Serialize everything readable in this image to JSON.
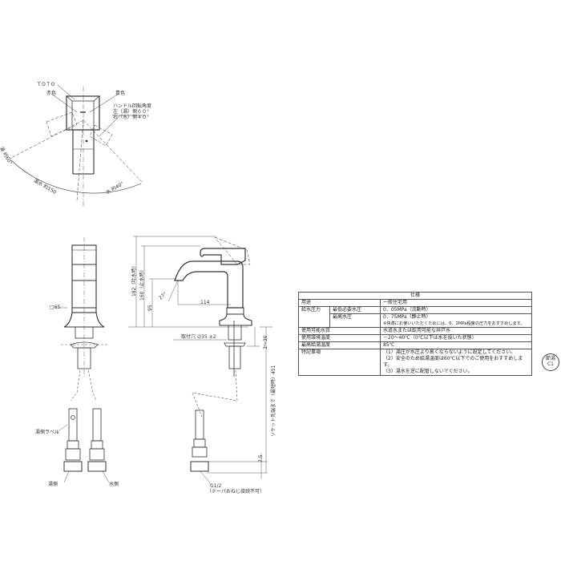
{
  "top_view": {
    "brand": "TOTO",
    "red_mark": "赤色",
    "blue_mark": "青色",
    "handle_angle_title": "ハンドル回転角度",
    "handle_angle_left": "左（湯）側６０°",
    "handle_angle_right": "右（水）側４０°",
    "hot_side_label": "湯",
    "hot_side_angle": "約60°",
    "mixed_label": "湯水",
    "mixed_radius": "約150",
    "cold_side_label": "水",
    "cold_side_angle": "約40°"
  },
  "side_view": {
    "square_dim": "□65",
    "height_total": "182（吐水時）",
    "height_closed": "160（止水時）",
    "spout_height": "95",
    "spout_angle": "27°",
    "spout_reach": "114",
    "mount_hole": "取付穴 ∅35 ±2",
    "counter_thickness": "3～30",
    "hose_length": "ソケット先端まで（最短時）451",
    "fitting_dim": "7.5",
    "thread_spec": "G1/2",
    "thread_note": "（テーパおねじ接続不可）"
  },
  "hoses": {
    "hot_label_sticker": "湯側ラベル",
    "hot_side": "湯側",
    "cold_side": "水側"
  },
  "spec_table": {
    "title": "仕様",
    "rows": [
      {
        "label": "用途",
        "sub": "",
        "value": "一般住宅用"
      },
      {
        "label": "給水圧力",
        "sub": "最低必要水圧",
        "value": "0．05MPa（流動時）"
      },
      {
        "label": "",
        "sub": "最高水圧",
        "value": "0．75MPa（静止時）"
      },
      {
        "label": "",
        "sub": "",
        "value": "※快適にお使いいただくためには、0．2MPa程度の圧力をおすすめします。"
      },
      {
        "label": "使用可能水質",
        "sub": "",
        "value": "水道水または飲用可能な井戸水"
      },
      {
        "label": "使用環境温度",
        "sub": "",
        "value": "－20～40℃（0℃以下は水を抜いた状態）"
      },
      {
        "label": "最高給湯温度",
        "sub": "",
        "value": "85℃"
      },
      {
        "label": "特記事項",
        "sub": "",
        "value": "（1）湯圧が水圧より高くならないように設定してください。"
      },
      {
        "label": "",
        "sub": "",
        "value": "（2）安全のため給湯温度は60℃以下でのご使用をおすすめします。"
      },
      {
        "label": "",
        "sub": "",
        "value": "（3）湯水を逆に配管しないでください。"
      }
    ]
  },
  "stamp": {
    "line1": "節湯",
    "line2": "C1"
  }
}
